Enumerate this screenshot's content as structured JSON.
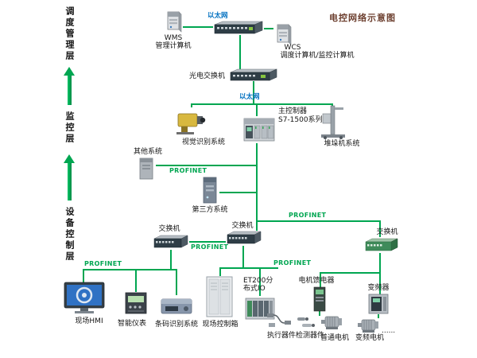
{
  "title": "电控网络示意图",
  "layers": {
    "management": "调度管理层",
    "monitoring": "监控层",
    "device_control": "设备控制层"
  },
  "labels": {
    "ethernet": "以太网",
    "profinet": "PROFINET",
    "switch": "交换机"
  },
  "nodes": {
    "wms": {
      "name": "WMS",
      "desc": "管理计算机"
    },
    "wcs": {
      "name": "WCS",
      "desc": "调度计算机/监控计算机"
    },
    "optical_switch": "光电交换机",
    "controller": {
      "line1": "主控制器",
      "line2": "S7-1500系列"
    },
    "vision": "视觉识别系统",
    "stacker": "堆垛机系统",
    "other_system": "其他系统",
    "third_party": "第三方系统",
    "hmi": "现场HMI",
    "smart_meter": "智能仪表",
    "barcode": "条码识别系统",
    "control_box": "现场控制箱",
    "et200": {
      "line1": "ET200分",
      "line2": "布式IO"
    },
    "motor_feeder": "电机馈电器",
    "vfd": "变频器",
    "actuator": "执行器件",
    "detector": "检测器件",
    "motor_normal": "普通电机",
    "motor_vfd": "变频电机",
    "more": "......"
  },
  "colors": {
    "line_green": "#00a651",
    "ethernet_blue": "#0070c0",
    "title_color": "#6d4030"
  }
}
